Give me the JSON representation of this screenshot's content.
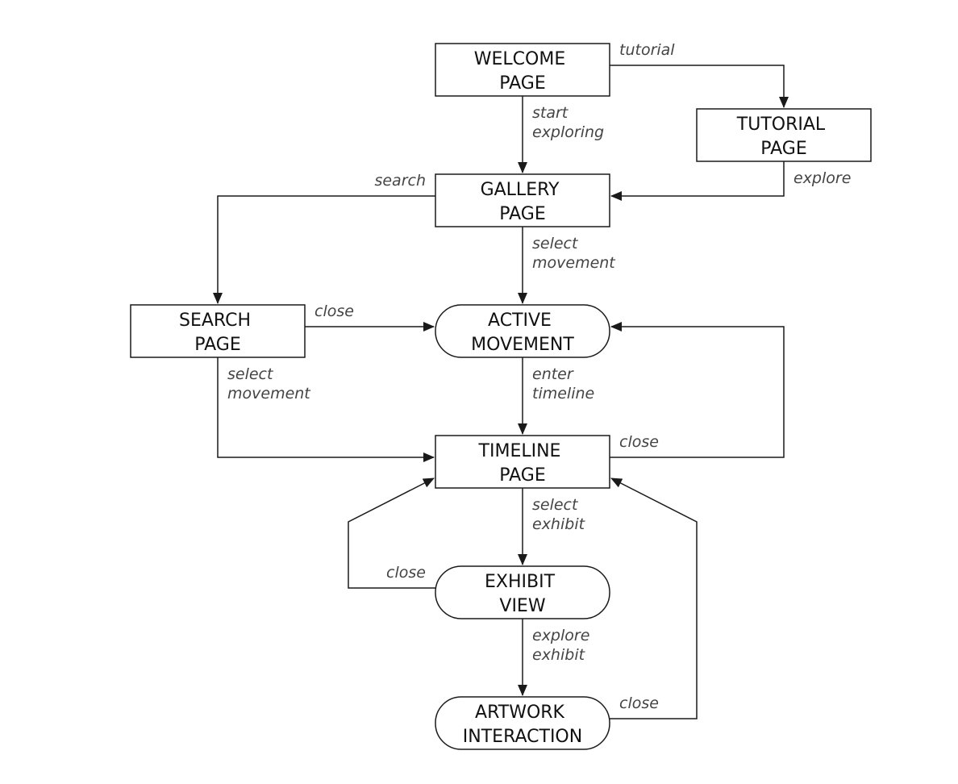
{
  "nodes": {
    "welcome": [
      "WELCOME",
      "PAGE"
    ],
    "tutorial": [
      "TUTORIAL",
      "PAGE"
    ],
    "gallery": [
      "GALLERY",
      "PAGE"
    ],
    "search": [
      "SEARCH",
      "PAGE"
    ],
    "active_movement": [
      "ACTIVE",
      "MOVEMENT"
    ],
    "timeline": [
      "TIMELINE",
      "PAGE"
    ],
    "exhibit_view": [
      "EXHIBIT",
      "VIEW"
    ],
    "artwork_interaction": [
      "ARTWORK",
      "INTERACTION"
    ]
  },
  "edges": {
    "welcome_to_tutorial": [
      "tutorial"
    ],
    "welcome_to_gallery": [
      "start",
      "exploring"
    ],
    "tutorial_to_gallery": [
      "explore"
    ],
    "gallery_to_search": [
      "search"
    ],
    "gallery_to_active": [
      "select",
      "movement"
    ],
    "search_to_active": [
      "close"
    ],
    "search_to_timeline": [
      "select",
      "movement"
    ],
    "active_to_timeline": [
      "enter",
      "timeline"
    ],
    "timeline_to_active": [
      "close"
    ],
    "timeline_to_exhibit": [
      "select",
      "exhibit"
    ],
    "exhibit_to_timeline": [
      "close"
    ],
    "exhibit_to_artwork": [
      "explore",
      "exhibit"
    ],
    "artwork_to_timeline": [
      "close"
    ]
  }
}
